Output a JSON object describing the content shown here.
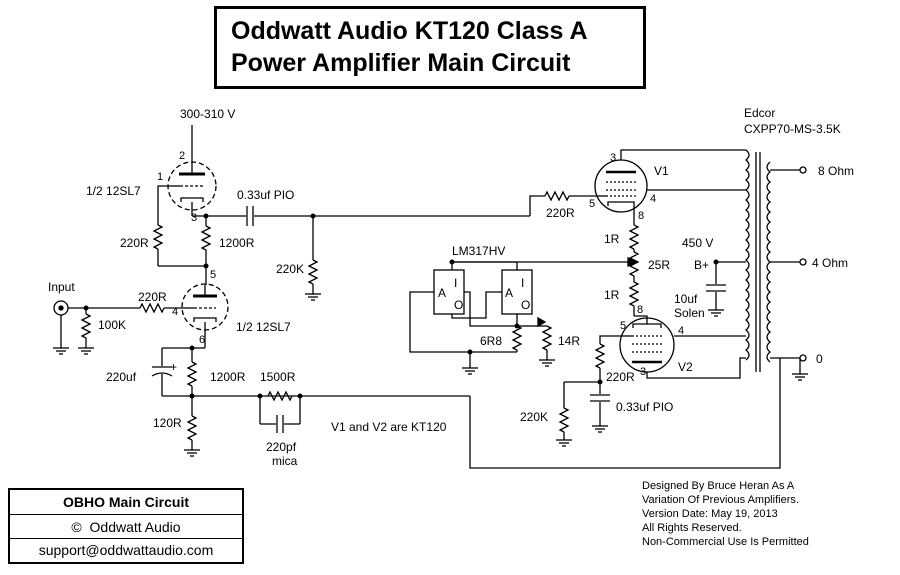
{
  "title": {
    "line1": "Oddwatt Audio KT120 Class A",
    "line2": "Power Amplifier Main Circuit"
  },
  "labels": {
    "supply_voltage": "300-310 V",
    "tube1": "1/2 12SL7",
    "tube2": "1/2 12SL7",
    "cap_pio": "0.33uf PIO",
    "r220_top": "220R",
    "r1200_top": "1200R",
    "r220k_grid": "220K",
    "input": "Input",
    "r220_input": "220R",
    "r100k": "100K",
    "c220uf": "220uf",
    "r1200_bottom": "1200R",
    "r120": "120R",
    "r1500": "1500R",
    "c220pf": "220pf",
    "mica": "mica",
    "tube_note": "V1 and V2 are KT120",
    "reg": "LM317HV",
    "reg_i": "I",
    "reg_a": "A",
    "reg_o": "O",
    "r6r8": "6R8",
    "r14": "14R",
    "r220_v1": "220R",
    "v1": "V1",
    "v2": "V2",
    "r1r_a": "1R",
    "r1r_b": "1R",
    "r25": "25R",
    "b_voltage": "450 V",
    "b_plus": "B+",
    "c10uf": "10uf",
    "solen": "Solen",
    "r220_v2": "220R",
    "r220k_v2": "220K",
    "cap_pio2": "0.33uf PIO",
    "transformer_make": "Edcor",
    "transformer_model": "CXPP70-MS-3.5K",
    "tap_8": "8 Ohm",
    "tap_4": "4 Ohm",
    "tap_0": "0"
  },
  "pins": {
    "t1_2": "2",
    "t1_1": "1",
    "t1_3": "3",
    "t2_5": "5",
    "t2_4": "4",
    "t2_6": "6",
    "v1_3": "3",
    "v1_5": "5",
    "v1_4": "4",
    "v1_8": "8",
    "v2_8": "8",
    "v2_5": "5",
    "v2_4": "4",
    "v2_3": "3"
  },
  "title_block": {
    "name": "OBHO Main Circuit",
    "copyright_symbol": "©",
    "company": "Oddwatt Audio",
    "email": "support@oddwattaudio.com"
  },
  "credits": {
    "line1": "Designed By Bruce Heran As A",
    "line2": "Variation Of Previous Amplifiers.",
    "line3": "Version Date: May 19, 2013",
    "line4": "All Rights Reserved.",
    "line5": "Non-Commercial Use Is Permitted"
  }
}
